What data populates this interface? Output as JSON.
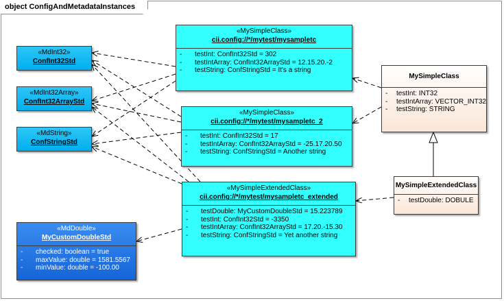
{
  "frame": {
    "title": "object ConfigAndMetadataInstances"
  },
  "boxes": {
    "mdint32": {
      "stereotype": "«MdInt32»",
      "name": "ConfInt32Std"
    },
    "mdint32array": {
      "stereotype": "«MdInt32Array»",
      "name": "ConfInt32ArrayStd"
    },
    "mdstring": {
      "stereotype": "«MdString»",
      "name": "ConfStringStd"
    },
    "mddouble": {
      "stereotype": "«MdDouble»",
      "name": "MyCustomDoubleStd",
      "attrs": [
        "checked: boolean = true",
        "maxValue: double = 1581.5567",
        "minValue: double = -100.00"
      ]
    },
    "inst1": {
      "stereotype": "«MySimpleClass»",
      "name": "cii.config://*/mytest/mysampletc",
      "attrs": [
        "testInt: ConfInt32Std = 302",
        "testIntArray: ConfInt32ArrayStd = 12.15.20.-2",
        "testString: ConfStringStd = It's a string"
      ]
    },
    "inst2": {
      "stereotype": "«MySimpleClass»",
      "name": "cii.config://*/mytest/mysampletc_2",
      "attrs": [
        "testInt: ConfInt32Std = 17",
        "testIntArray: ConfInt32ArrayStd = -25.17.20.50",
        "testString: ConfStringStd = Another string"
      ]
    },
    "inst3": {
      "stereotype": "«MySimpleExtendedClass»",
      "name": "cii.config://*/mytest/mysampletc_extended",
      "attrs": [
        "testDouble: MyCustomDoubleStd = 15.223789",
        "testInt: ConfInt32Std = -3350",
        "testIntArray: ConfInt32ArrayStd = 17.20.-15.30",
        "testString: ConfStringStd = Yet another string"
      ]
    },
    "simpleclass": {
      "name": "MySimpleClass",
      "attrs": [
        "testInt: INT32",
        "testIntArray: VECTOR_INT32",
        "testString: STRING"
      ]
    },
    "extclass": {
      "name": "MySimpleExtendedClass",
      "attrs": [
        "testDouble: DOBULE"
      ]
    }
  }
}
